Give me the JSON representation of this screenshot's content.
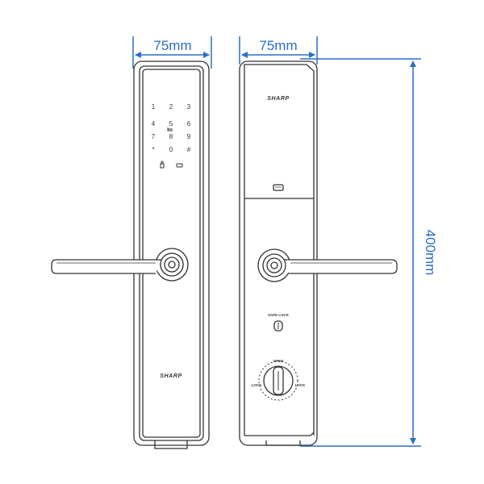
{
  "colors": {
    "dimension": "#2a6fc4",
    "outline": "#333333",
    "background": "#ffffff"
  },
  "dimensions": {
    "front_width": "75mm",
    "back_width": "75mm",
    "height": "400mm"
  },
  "front_lock": {
    "brand": "SHARP",
    "keypad": [
      "1",
      "2",
      "3",
      "4",
      "5",
      "6",
      "7",
      "8",
      "9",
      "*",
      "0",
      "#"
    ]
  },
  "back_lock": {
    "brand": "SHARP",
    "safe_lock_label": "SAFE LOCK",
    "knob_labels": {
      "top": "OPEN",
      "left": "LOCK",
      "right": "LOCK"
    }
  }
}
